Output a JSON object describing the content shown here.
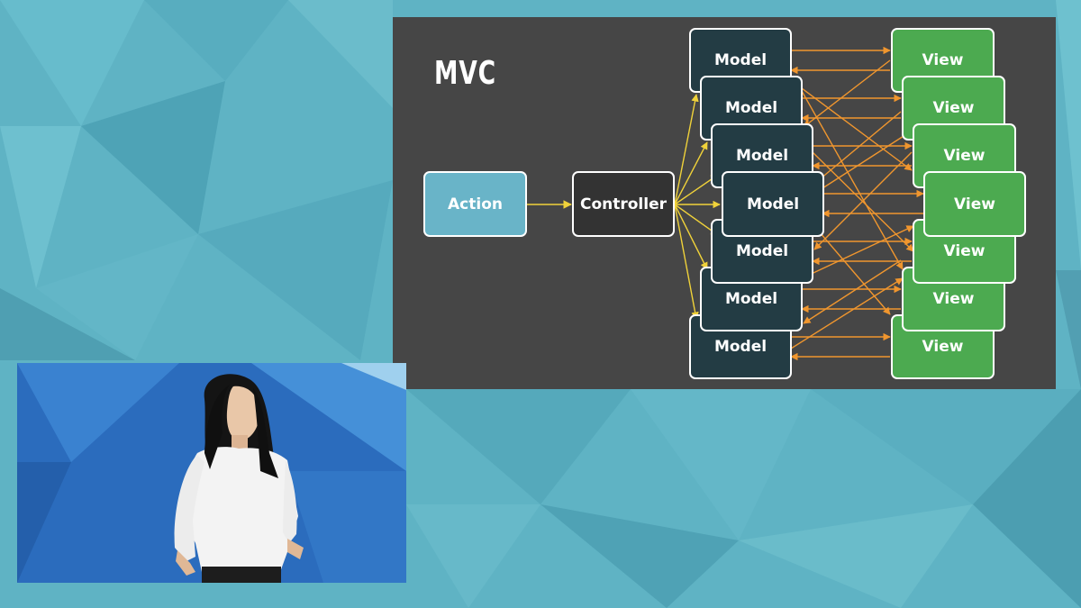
{
  "slide": {
    "title": "MVC",
    "action": {
      "label": "Action",
      "color": "#69b4c8"
    },
    "controller": {
      "label": "Controller",
      "color": "#333333"
    },
    "model_label": "Model",
    "model_color": "#233c44",
    "view_label": "View",
    "view_color": "#4caa50",
    "arrow_yellow": "#f0d23a",
    "arrow_orange": "#f0962e",
    "model_count": 7,
    "view_count": 7
  },
  "speaker_video": {
    "description_icon": "speaker-icon"
  }
}
